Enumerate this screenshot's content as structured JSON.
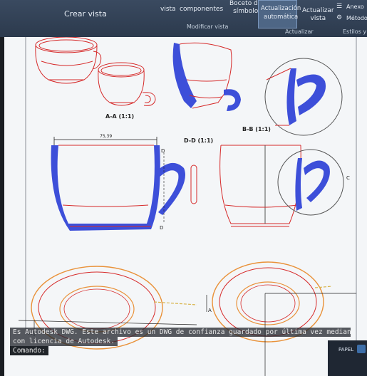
{
  "ribbon": {
    "crear_vista": "Crear vista",
    "vista": "vista",
    "componentes": "componentes",
    "boceto_line1": "Boceto de",
    "boceto_line2": "símbolo",
    "actualizacion_line1": "Actualización",
    "actualizacion_line2": "automática",
    "actualizar_line1": "Actualizar",
    "actualizar_line2": "vista",
    "anexo": "Anexo",
    "metodo": "Método",
    "panel_modificar": "Modificar vista",
    "panel_actualizar": "Actualizar",
    "panel_estilos": "Estilos y"
  },
  "drawing": {
    "section_aa": "A-A (1:1)",
    "section_dd": "D-D (1:1)",
    "section_bb": "B-B (1:1)",
    "dim_width": "75,39",
    "mark_d": "D",
    "mark_a": "A",
    "mark_c": "C"
  },
  "command": {
    "line1": "Es Autodesk DWG. Este archivo es un DWG de confianza guardado por última vez mediante una aplicación",
    "line2": "con licencia de Autodesk.",
    "prompt": "Comando:"
  },
  "status": {
    "paper": "PAPEL"
  },
  "colors": {
    "section_fill": "#3d4fd9",
    "edge_red": "#d62a2a",
    "orange": "#e9923a",
    "ribbon": "#34435a"
  }
}
